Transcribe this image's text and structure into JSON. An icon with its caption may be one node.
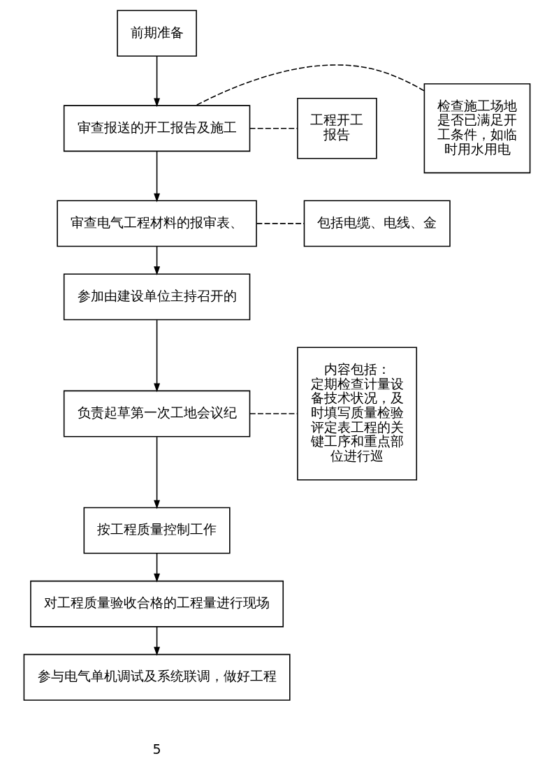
{
  "diagram": {
    "nodes": [
      {
        "text": [
          "前期准备"
        ]
      },
      {
        "text": [
          "审查报送的开工报告及施工"
        ]
      },
      {
        "text": [
          "审查电气工程材料的报审表、"
        ]
      },
      {
        "text": [
          "参加由建设单位主持召开的"
        ]
      },
      {
        "text": [
          "负责起草第一次工地会议纪"
        ]
      },
      {
        "text": [
          "按工程质量控制工作"
        ]
      },
      {
        "text": [
          "对工程质量验收合格的工程量进行现场"
        ]
      },
      {
        "text": [
          "参与电气单机调试及系统联调，做好工程"
        ]
      },
      {
        "text": [
          "检查施工场地是否已满足开工条件，如临时用水用电"
        ]
      },
      {
        "text": [
          "工程开工报告"
        ]
      },
      {
        "text": [
          "包括电缆、电线、金"
        ]
      },
      {
        "text": [
          "内容包括：",
          "定期检查计量设备技术状况，及时填写质量检验评定表工程的关键工序和重点部位进行巡"
        ]
      }
    ],
    "edges": [
      {
        "from": 0,
        "to": 1,
        "arrow": "to"
      },
      {
        "from": 1,
        "to": 2,
        "arrow": "to"
      },
      {
        "from": 2,
        "to": 3,
        "arrow": "to"
      },
      {
        "from": 3,
        "to": 4,
        "arrow": "to"
      },
      {
        "from": 4,
        "to": 5,
        "arrow": "to"
      },
      {
        "from": 5,
        "to": 6,
        "arrow": "to"
      },
      {
        "from": 6,
        "to": 7,
        "arrow": "to"
      },
      {
        "from": 8,
        "to": 1,
        "arrow": "none",
        "style": "dashed"
      },
      {
        "from": 1,
        "to": 9,
        "arrow": "none",
        "style": "dashed"
      },
      {
        "from": 2,
        "to": 10,
        "arrow": "none",
        "style": "dashed"
      },
      {
        "from": 4,
        "to": 11,
        "arrow": "none",
        "style": "dashed"
      }
    ],
    "labels": [
      "5"
    ]
  }
}
